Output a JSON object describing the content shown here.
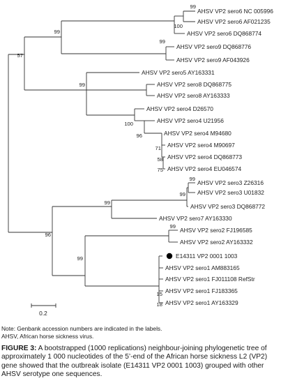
{
  "tree": {
    "leaves": [
      "AHSV VP2 sero6 NC 005996",
      "AHSV VP2 sero6 AF021235",
      "AHSV VP2 sero6 DQ868774",
      "AHSV VP2 sero9 DQ868776",
      "AHSV VP2 sero9 AF043926",
      "AHSV VP2 sero5 AY163331",
      "AHSV VP2 sero8 DQ868775",
      "AHSV VP2 sero8 AY163333",
      "AHSV VP2 sero4 D26570",
      "AHSV VP2 sero4 U21956",
      "AHSV VP2 sero4 M94680",
      "AHSV VP2 sero4 M90697",
      "AHSV VP2 sero4 DQ868773",
      "AHSV VP2 sero4 EU046574",
      "AHSV VP2 sero3 Z26316",
      "AHSV VP2 sero3 U01832",
      "AHSV VP2 sero3 DQ868772",
      "AHSV VP2 sero7 AY163330",
      "AHSV VP2 sero2 FJ196585",
      "AHSV VP2 sero2 AY163332",
      "E14311 VP2 0001 1003",
      "AHSV VP2 sero1 AM883165",
      "AHSV VP2 sero1 FJ011108 RefStr",
      "AHSV VP2 sero1 FJ183365",
      "AHSV VP2 sero1 AY163329"
    ],
    "highlighted_leaf": "E14311 VP2 0001 1003",
    "bootstrap": {
      "sero6_a": "99",
      "sero6": "100",
      "sero6_9": "99",
      "sero9": "99",
      "top": "57",
      "sero8": "99",
      "sero4": "100",
      "sero4_a": "96",
      "sero4_b": "71",
      "sero4_c": "58",
      "sero4_d": "75",
      "sero3_a": "99",
      "sero3": "99",
      "bottom": "96",
      "sero2": "99",
      "sero1": "99",
      "sero1_a": "15",
      "sero1_b": "18"
    },
    "scale_label": "0.2"
  },
  "notes": [
    "Note: Genbank accession numbers are indicated in the labels.",
    "AHSV, African horse sickness virus."
  ],
  "caption": {
    "figure_label": "FIGURE 3:",
    "text": " A bootstrapped (1000 replications) neighbour-joining phylogenetic tree of approximately 1 000 nucleotides of the 5’-end of the African horse sickness L2 (VP2) gene showed that the outbreak isolate (E14311 VP2 0001 1003) grouped with other AHSV serotype one sequences."
  }
}
